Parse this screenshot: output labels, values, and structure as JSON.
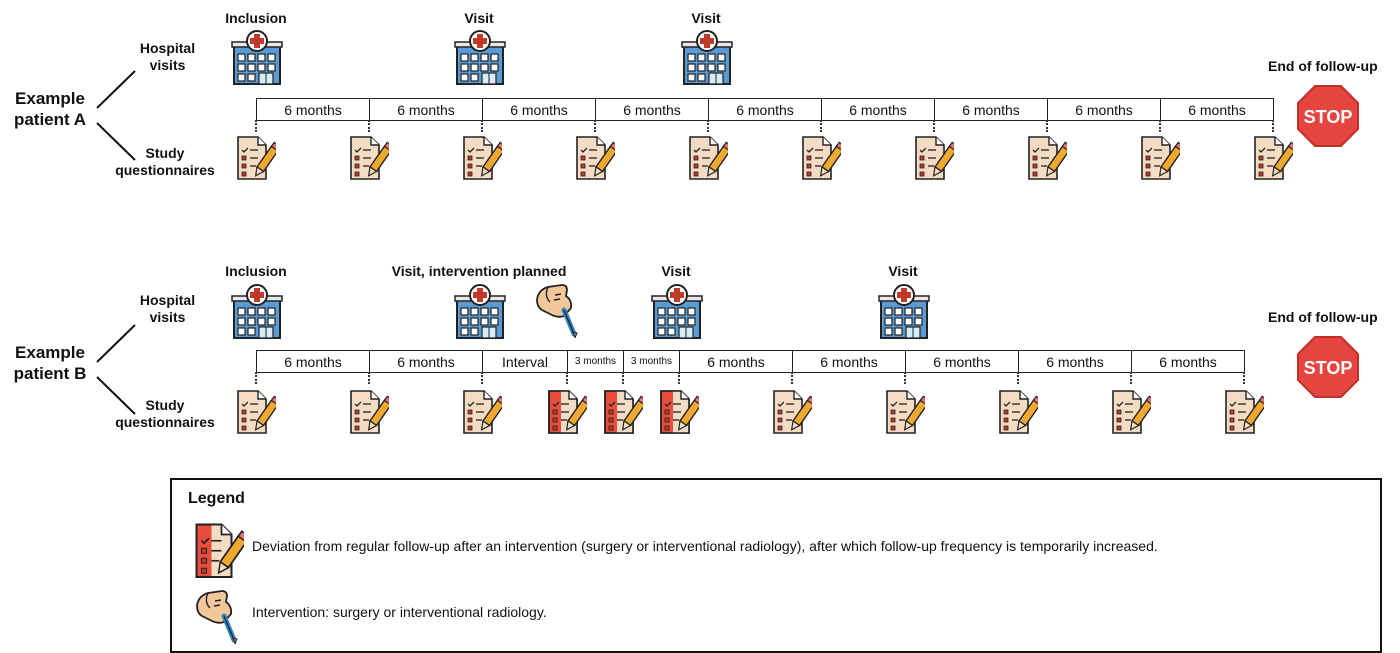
{
  "rows": [
    {
      "id": "A",
      "patient_label": "Example patient A",
      "hospital_visits_label": "Hospital visits",
      "questionnaires_label": "Study questionnaires",
      "events": [
        {
          "label": "Inclusion"
        },
        {
          "label": "Visit"
        },
        {
          "label": "Visit"
        }
      ],
      "segments": [
        "6 months",
        "6 months",
        "6 months",
        "6 months",
        "6 months",
        "6 months",
        "6 months",
        "6 months",
        "6 months"
      ],
      "questionnaires": [
        "regular",
        "regular",
        "regular",
        "regular",
        "regular",
        "regular",
        "regular",
        "regular",
        "regular",
        "regular"
      ],
      "end_label": "End of follow-up",
      "stop_text": "STOP"
    },
    {
      "id": "B",
      "patient_label": "Example patient B",
      "hospital_visits_label": "Hospital visits",
      "questionnaires_label": "Study questionnaires",
      "events": [
        {
          "label": "Inclusion"
        },
        {
          "label": "Visit, intervention planned"
        },
        {
          "label": "Visit"
        },
        {
          "label": "Visit"
        }
      ],
      "segments": [
        "6 months",
        "6 months",
        "Interval",
        "3 months",
        "3 months",
        "6 months",
        "6 months",
        "6 months",
        "6 months",
        "6 months"
      ],
      "questionnaires": [
        "regular",
        "regular",
        "regular",
        "deviation",
        "deviation",
        "deviation",
        "regular",
        "regular",
        "regular",
        "regular",
        "regular"
      ],
      "end_label": "End of follow-up",
      "stop_text": "STOP"
    }
  ],
  "legend": {
    "title": "Legend",
    "items": [
      {
        "icon": "deviation-questionnaire-icon",
        "text": "Deviation from regular follow-up after an intervention (surgery or interventional radiology), after which follow-up frequency is temporarily increased."
      },
      {
        "icon": "intervention-hand-icon",
        "text": "Intervention: surgery or interventional radiology."
      }
    ]
  },
  "colors": {
    "line": "#222222",
    "stop_red": "#e5443f",
    "hospital_blue": "#5b9bd5",
    "hospital_red": "#c0392b",
    "paper": "#f4dcc4",
    "paper_deviation": "#e74c3c",
    "pencil": "#f0a830"
  }
}
